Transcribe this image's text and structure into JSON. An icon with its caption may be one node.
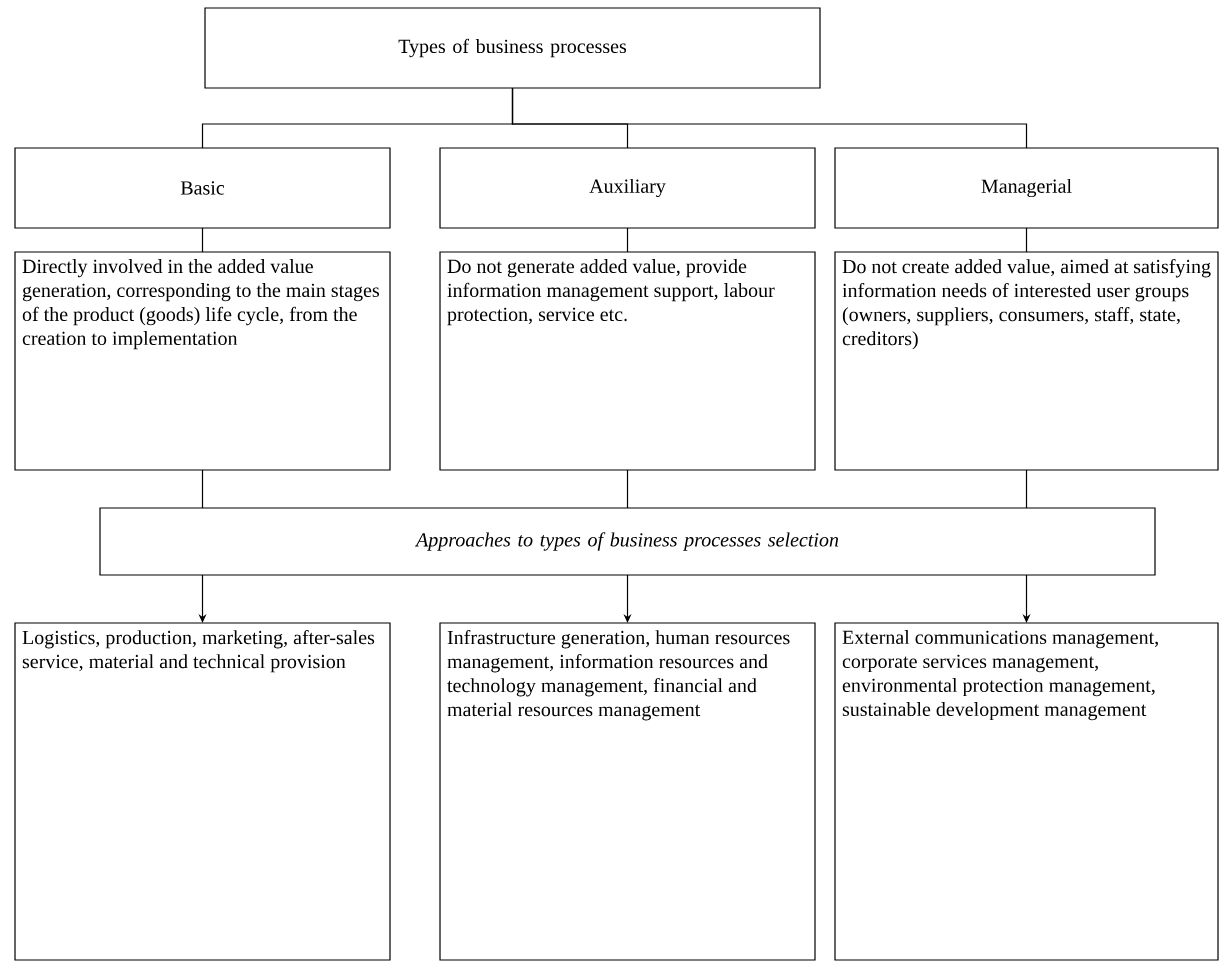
{
  "diagram": {
    "nodes": [
      {
        "text": [
          "Types of business processes"
        ]
      },
      {
        "text": [
          "Basic"
        ]
      },
      {
        "text": [
          "Auxiliary"
        ]
      },
      {
        "text": [
          "Managerial"
        ]
      },
      {
        "text": [
          "Directly involved in the added value generation, corresponding to the main stages of the product (goods) life cycle, from the creation to implementation"
        ]
      },
      {
        "text": [
          "Do not generate added value, provide information management support, labour protection, service etc."
        ]
      },
      {
        "text": [
          "Do not create added value, aimed at satisfying information needs of interested user groups (owners, suppliers, consumers, staff, state, creditors)"
        ]
      },
      {
        "text": [
          "Approaches to types of business processes selection"
        ]
      },
      {
        "text": [
          "Logistics, production, marketing, after-sales service, material and technical provision"
        ]
      },
      {
        "text": [
          "Infrastructure generation, human resources management, information resources and technology management, financial and material resources management"
        ]
      },
      {
        "text": [
          "External communications management, corporate services management, environmental protection management, sustainable development management"
        ]
      }
    ],
    "edges": [
      {
        "from": 0,
        "to": 1,
        "arrow": "none"
      },
      {
        "from": 0,
        "to": 2,
        "arrow": "none"
      },
      {
        "from": 0,
        "to": 3,
        "arrow": "none"
      },
      {
        "from": 1,
        "to": 4,
        "arrow": "none"
      },
      {
        "from": 2,
        "to": 5,
        "arrow": "none"
      },
      {
        "from": 3,
        "to": 6,
        "arrow": "none"
      },
      {
        "from": 4,
        "to": 7,
        "arrow": "none"
      },
      {
        "from": 5,
        "to": 7,
        "arrow": "none"
      },
      {
        "from": 6,
        "to": 7,
        "arrow": "none"
      },
      {
        "from": 7,
        "to": 8,
        "arrow": "to"
      },
      {
        "from": 7,
        "to": 9,
        "arrow": "to"
      },
      {
        "from": 7,
        "to": 10,
        "arrow": "to"
      }
    ]
  }
}
